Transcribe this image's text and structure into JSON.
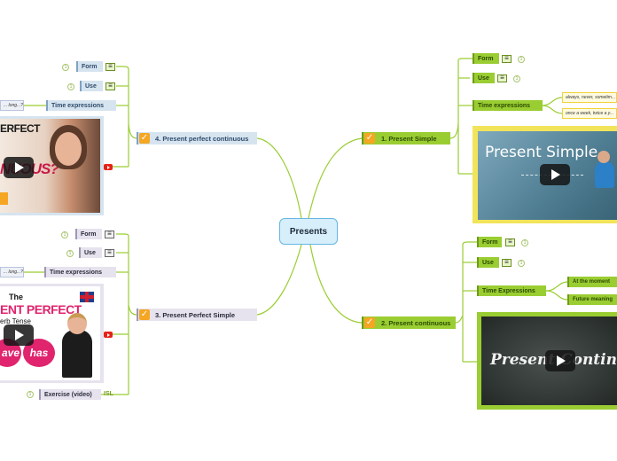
{
  "center": {
    "label": "Presents"
  },
  "branches": {
    "present_simple": {
      "label": "1. Present Simple",
      "form": "Form",
      "use": "Use",
      "time_expressions": "Time expressions",
      "notes": [
        "always, never, sometim...",
        "once a week, twice a y..."
      ],
      "video_title": "Present Simple"
    },
    "present_continuous": {
      "label": "2. Present continuous",
      "form": "Form",
      "use": "Use",
      "time_expressions": "Time Expressions",
      "subnodes": [
        "At the moment",
        "Future meaning"
      ],
      "video_title": "Present Continuous"
    },
    "present_perfect_simple": {
      "label": "3. Present Perfect Simple",
      "form": "Form",
      "use": "Use",
      "time_expressions": "Time expressions",
      "note": "... long...?",
      "exercise": "Exercise (video)",
      "exercise_tag": "ISL",
      "video_line1": "The",
      "video_line2": "ENT PERFECT",
      "video_line3": "erb Tense",
      "video_word1": "ave",
      "video_word2": "has"
    },
    "present_perfect_continuous": {
      "label": "4. Present perfect continuous",
      "form": "Form",
      "use": "Use",
      "time_expressions": "Time expressions",
      "note": "... long...?",
      "video_line1": "ERFECT",
      "video_line2": "NUOUS?"
    }
  },
  "colors": {
    "line": "#9acd32",
    "topic_bg": "#d6e4f0",
    "topic_green": "#9acd32",
    "sub_bg": "#eef0f7",
    "check": "#f5a623",
    "youtube": "#e62117"
  }
}
